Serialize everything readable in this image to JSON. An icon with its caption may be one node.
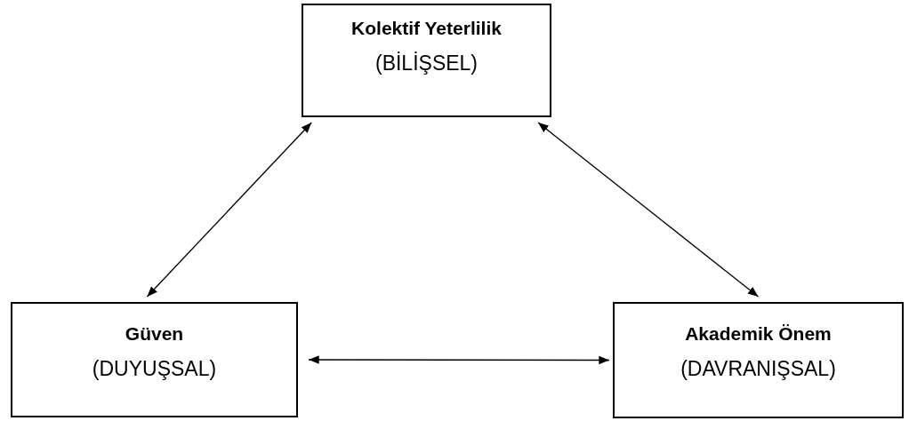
{
  "diagram": {
    "nodes": [
      {
        "text": [
          "Kolektif Yeterlilik",
          "(BİLİŞSEL)"
        ]
      },
      {
        "text": [
          "Güven",
          "(DUYUŞSAL)"
        ]
      },
      {
        "text": [
          "Akademik Önem",
          "(DAVRANIŞSAL)"
        ]
      }
    ],
    "edges": [
      {
        "from": 0,
        "to": 1,
        "arrow": "both"
      },
      {
        "from": 0,
        "to": 2,
        "arrow": "both"
      },
      {
        "from": 1,
        "to": 2,
        "arrow": "both"
      }
    ]
  }
}
